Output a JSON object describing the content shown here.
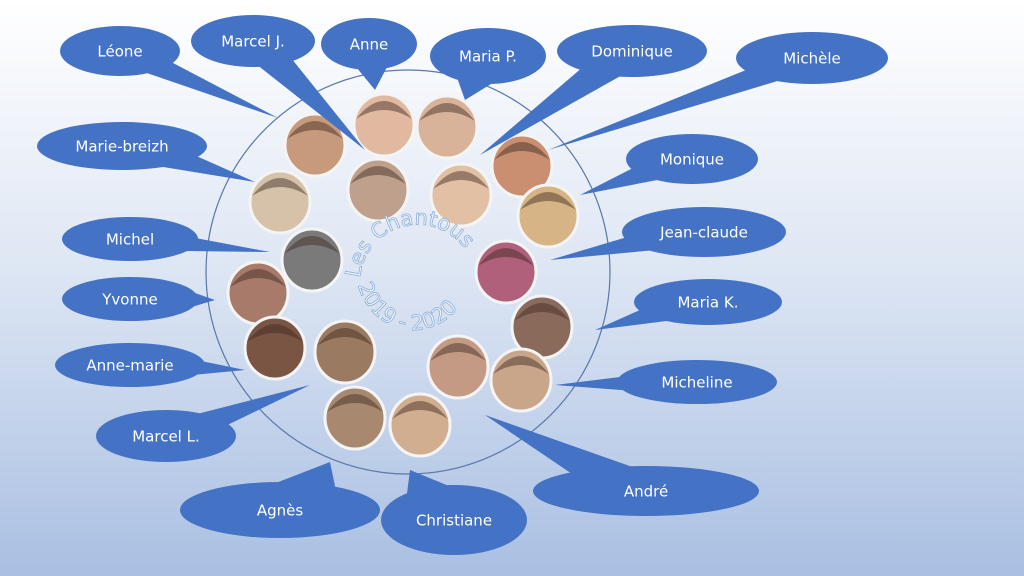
{
  "title": "Les Chantous",
  "subtitle": "2019 - 2020",
  "colors": {
    "callout": "#4472C4",
    "ring": "#5a78a8"
  },
  "members": [
    "Léone",
    "Marcel J.",
    "Anne",
    "Maria P.",
    "Dominique",
    "Michèle",
    "Marie-breizh",
    "Monique",
    "Michel",
    "Jean-claude",
    "Yvonne",
    "Maria K.",
    "Anne-marie",
    "Micheline",
    "Marcel L.",
    "André",
    "Agnès",
    "Christiane"
  ]
}
